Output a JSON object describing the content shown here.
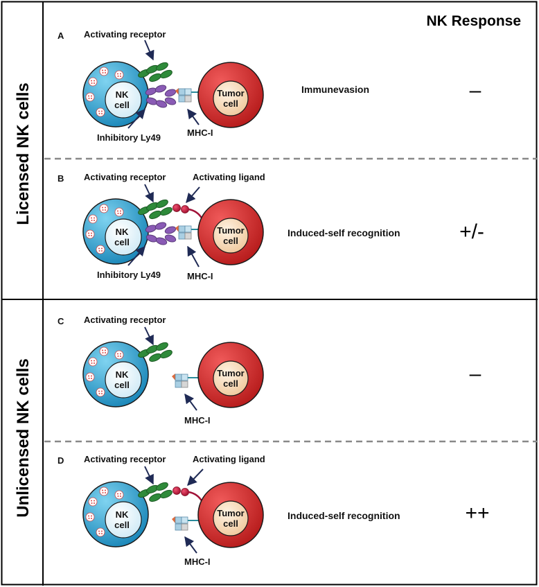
{
  "header": {
    "title": "NK Response"
  },
  "row_labels": {
    "licensed": "Licensed NK cells",
    "unlicensed": "Unlicensed NK cells"
  },
  "cell_names": {
    "nk_line1": "NK",
    "nk_line2": "cell",
    "tumor_line1": "Tumor",
    "tumor_line2": "cell"
  },
  "panels": [
    {
      "letter": "A",
      "activating_receptor": "Activating receptor",
      "inhibitory": "Inhibitory Ly49",
      "mhc": "MHC-I",
      "outcome": "Immunevasion",
      "response": "–"
    },
    {
      "letter": "B",
      "activating_receptor": "Activating receptor",
      "activating_ligand": "Activating ligand",
      "inhibitory": "Inhibitory Ly49",
      "mhc": "MHC-I",
      "outcome": "Induced-self recognition",
      "response": "+/-"
    },
    {
      "letter": "C",
      "activating_receptor": "Activating receptor",
      "mhc": "MHC-I",
      "response": "–"
    },
    {
      "letter": "D",
      "activating_receptor": "Activating receptor",
      "activating_ligand": "Activating ligand",
      "mhc": "MHC-I",
      "outcome": "Induced-self recognition",
      "response": "++"
    }
  ],
  "colors": {
    "nk_cell": "#2ba3d0",
    "nk_nucleus": "#e8f6fc",
    "tumor_cell": "#d92b2b",
    "tumor_nucleus": "#f7dcc0",
    "activating_receptor": "#2e8a3a",
    "inhibitory_receptor": "#8a5bb5",
    "ligand": "#c4163c",
    "mhc": "#a9cfe3",
    "arrow": "#1f2a55",
    "divider": "#888888"
  }
}
